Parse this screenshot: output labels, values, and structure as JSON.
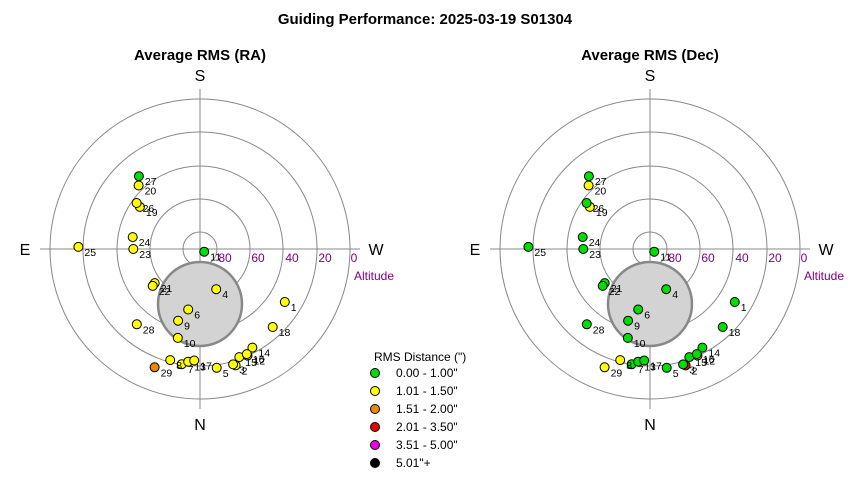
{
  "title": "Guiding Performance: 2025-03-19 S01304",
  "directions": {
    "north": "N",
    "south": "S",
    "east": "E",
    "west": "W"
  },
  "altitude_label": "Altitude",
  "altitude_ticks": [
    "80",
    "60",
    "40",
    "20",
    "0"
  ],
  "legend": {
    "title": "RMS Distance (\")",
    "items": [
      {
        "label": "0.00 - 1.00\"",
        "color": "#00dd00"
      },
      {
        "label": "1.01 - 1.50\"",
        "color": "#ffff00"
      },
      {
        "label": "1.51 - 2.00\"",
        "color": "#ee8800"
      },
      {
        "label": "2.01 - 3.50\"",
        "color": "#ee0000"
      },
      {
        "label": "3.51 - 5.00\"",
        "color": "#ee00ee"
      },
      {
        "label": "5.01\"+",
        "color": "#000000"
      }
    ]
  },
  "chart_data": [
    {
      "type": "scatter",
      "coordinate_system": "polar (azimuth deg, altitude deg)",
      "title": "Average RMS (RA)",
      "altitude_axis": {
        "ticks": [
          80,
          60,
          40,
          20,
          0
        ],
        "label": "Altitude"
      },
      "points": [
        {
          "label": "1",
          "az": 238,
          "alt": 30,
          "cls": 1
        },
        {
          "label": "2",
          "az": 197,
          "alt": 17,
          "cls": 1
        },
        {
          "label": "3",
          "az": 196,
          "alt": 18,
          "cls": 1
        },
        {
          "label": "4",
          "az": 202,
          "alt": 64,
          "cls": 1
        },
        {
          "label": "5",
          "az": 188,
          "alt": 18,
          "cls": 1
        },
        {
          "label": "6",
          "az": 169,
          "alt": 53,
          "cls": 1
        },
        {
          "label": "7",
          "az": 171,
          "alt": 20,
          "cls": 1
        },
        {
          "label": "8",
          "az": 165,
          "alt": 21,
          "cls": 1
        },
        {
          "label": "9",
          "az": 163,
          "alt": 45,
          "cls": 1
        },
        {
          "label": "10",
          "az": 166,
          "alt": 35,
          "cls": 1
        },
        {
          "label": "11",
          "az": 237,
          "alt": 87,
          "cls": 0
        },
        {
          "label": "12",
          "az": 204,
          "alt": 20,
          "cls": 1
        },
        {
          "label": "13",
          "az": 174,
          "alt": 22,
          "cls": 1
        },
        {
          "label": "14",
          "az": 208,
          "alt": 23,
          "cls": 1
        },
        {
          "label": "15",
          "az": 200,
          "alt": 21,
          "cls": 1
        },
        {
          "label": "16",
          "az": 204,
          "alt": 21,
          "cls": 1
        },
        {
          "label": "17",
          "az": 177,
          "alt": 23,
          "cls": 1
        },
        {
          "label": "18",
          "az": 223,
          "alt": 26,
          "cls": 1
        },
        {
          "label": "19",
          "az": 55,
          "alt": 46,
          "cls": 1
        },
        {
          "label": "20",
          "az": 44,
          "alt": 37,
          "cls": 1
        },
        {
          "label": "21",
          "az": 127,
          "alt": 56,
          "cls": 1
        },
        {
          "label": "22",
          "az": 128,
          "alt": 54,
          "cls": 1
        },
        {
          "label": "23",
          "az": 90,
          "alt": 50,
          "cls": 1
        },
        {
          "label": "24",
          "az": 80,
          "alt": 49,
          "cls": 1
        },
        {
          "label": "25",
          "az": 89,
          "alt": 17,
          "cls": 1
        },
        {
          "label": "26",
          "az": 54,
          "alt": 43,
          "cls": 1
        },
        {
          "label": "27",
          "az": 40,
          "alt": 33,
          "cls": 0
        },
        {
          "label": "28",
          "az": 140,
          "alt": 31,
          "cls": 1
        },
        {
          "label": "29",
          "az": 159,
          "alt": 14,
          "cls": 2
        }
      ]
    },
    {
      "type": "scatter",
      "coordinate_system": "polar (azimuth deg, altitude deg)",
      "title": "Average RMS (Dec)",
      "altitude_axis": {
        "ticks": [
          80,
          60,
          40,
          20,
          0
        ],
        "label": "Altitude"
      },
      "points": [
        {
          "label": "1",
          "az": 238,
          "alt": 30,
          "cls": 0
        },
        {
          "label": "2",
          "az": 197,
          "alt": 17,
          "cls": 3
        },
        {
          "label": "3",
          "az": 196,
          "alt": 18,
          "cls": 0
        },
        {
          "label": "4",
          "az": 202,
          "alt": 64,
          "cls": 0
        },
        {
          "label": "5",
          "az": 188,
          "alt": 18,
          "cls": 0
        },
        {
          "label": "6",
          "az": 169,
          "alt": 53,
          "cls": 0
        },
        {
          "label": "7",
          "az": 171,
          "alt": 20,
          "cls": 0
        },
        {
          "label": "8",
          "az": 165,
          "alt": 21,
          "cls": 1
        },
        {
          "label": "9",
          "az": 163,
          "alt": 45,
          "cls": 0
        },
        {
          "label": "10",
          "az": 166,
          "alt": 35,
          "cls": 0
        },
        {
          "label": "11",
          "az": 237,
          "alt": 87,
          "cls": 0
        },
        {
          "label": "12",
          "az": 204,
          "alt": 20,
          "cls": 1
        },
        {
          "label": "13",
          "az": 174,
          "alt": 22,
          "cls": 0
        },
        {
          "label": "14",
          "az": 208,
          "alt": 23,
          "cls": 0
        },
        {
          "label": "15",
          "az": 200,
          "alt": 21,
          "cls": 0
        },
        {
          "label": "16",
          "az": 204,
          "alt": 21,
          "cls": 0
        },
        {
          "label": "17",
          "az": 177,
          "alt": 23,
          "cls": 0
        },
        {
          "label": "18",
          "az": 223,
          "alt": 26,
          "cls": 0
        },
        {
          "label": "19",
          "az": 55,
          "alt": 46,
          "cls": 1
        },
        {
          "label": "20",
          "az": 44,
          "alt": 37,
          "cls": 1
        },
        {
          "label": "21",
          "az": 127,
          "alt": 56,
          "cls": 0
        },
        {
          "label": "22",
          "az": 128,
          "alt": 54,
          "cls": 0
        },
        {
          "label": "23",
          "az": 90,
          "alt": 50,
          "cls": 0
        },
        {
          "label": "24",
          "az": 80,
          "alt": 49,
          "cls": 0
        },
        {
          "label": "25",
          "az": 89,
          "alt": 17,
          "cls": 0
        },
        {
          "label": "26",
          "az": 54,
          "alt": 43,
          "cls": 0
        },
        {
          "label": "27",
          "az": 40,
          "alt": 33,
          "cls": 0
        },
        {
          "label": "28",
          "az": 140,
          "alt": 31,
          "cls": 0
        },
        {
          "label": "29",
          "az": 159,
          "alt": 14,
          "cls": 1
        }
      ]
    }
  ]
}
